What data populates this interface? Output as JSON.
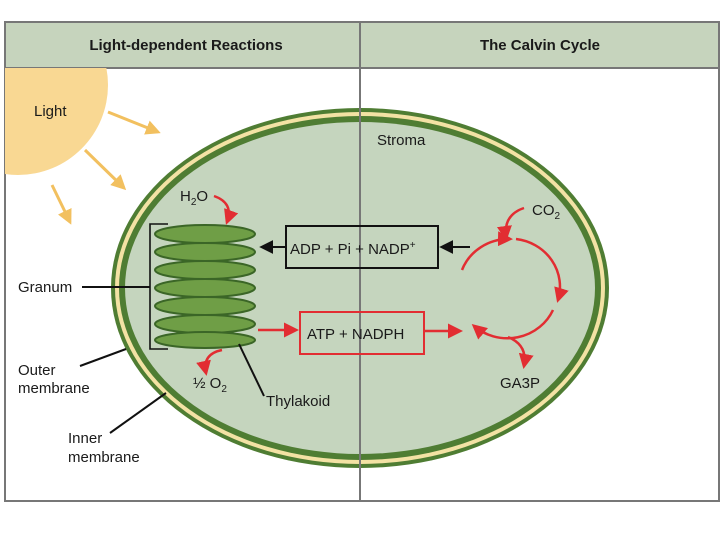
{
  "header": {
    "left_title": "Light-dependent Reactions",
    "right_title": "The Calvin Cycle"
  },
  "labels": {
    "light": "Light",
    "stroma": "Stroma",
    "granum": "Granum",
    "outer_membrane_line1": "Outer",
    "outer_membrane_line2": "membrane",
    "inner_membrane_line1": "Inner",
    "inner_membrane_line2": "membrane",
    "thylakoid": "Thylakoid",
    "water_h": "H",
    "water_sub": "2",
    "water_o": "O",
    "oxygen_frac": "½ O",
    "oxygen_sub": "2",
    "co2_main": "CO",
    "co2_sub": "2",
    "ga3p": "GA3P"
  },
  "boxes": {
    "reactants": "ADP + Pi + NADP",
    "reactants_sup": "+",
    "products": "ATP + NADPH"
  },
  "colors": {
    "panel": "#c6d4bd",
    "border": "#777777",
    "chloroplast": "#c5d5be",
    "membrane_green": "#4f7d33",
    "membrane_yellow": "#f3e2a4",
    "thylakoid_fill": "#6f9e46",
    "thylakoid_stroke": "#3b6627",
    "sun": "#f9d893",
    "light_arrow": "#f2c05f",
    "red": "#e22d32",
    "black": "#111111"
  },
  "icons": [
    "sun-icon",
    "light-ray-arrow-icon",
    "cycle-arrow-icon"
  ]
}
